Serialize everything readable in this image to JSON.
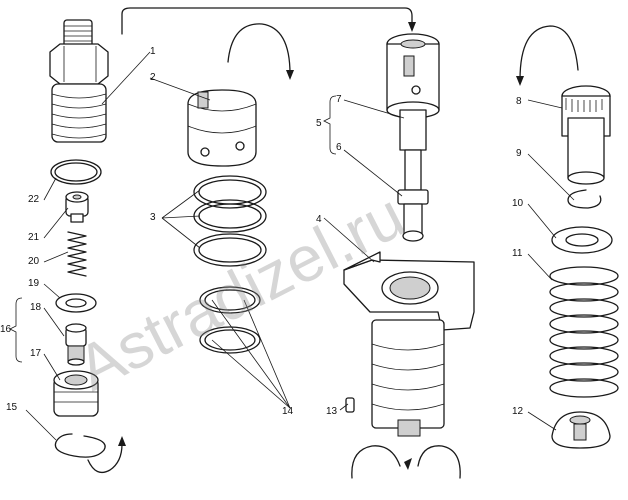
{
  "watermark": "Astradizel.ru",
  "labels": {
    "l1": "1",
    "l2": "2",
    "l3": "3",
    "l4": "4",
    "l5": "5",
    "l6": "6",
    "l7": "7",
    "l8": "8",
    "l9": "9",
    "l10": "10",
    "l11": "11",
    "l12": "12",
    "l13": "13",
    "l14": "14",
    "l15": "15",
    "l16": "16",
    "l17": "17",
    "l18": "18",
    "l19": "19",
    "l20": "20",
    "l21": "21",
    "l22": "22"
  }
}
